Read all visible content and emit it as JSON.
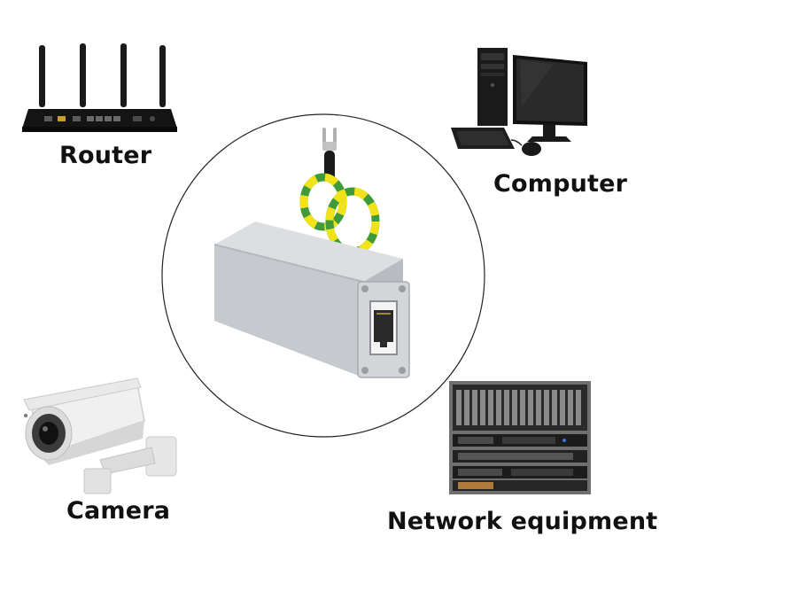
{
  "labels": {
    "router": "Router",
    "computer": "Computer",
    "camera": "Camera",
    "network": "Network equipment"
  },
  "icons": {
    "router": "router-icon",
    "computer": "desktop-computer-icon",
    "camera": "cctv-camera-icon",
    "network": "server-rack-icon",
    "center": "ethernet-surge-protector-icon"
  },
  "colors": {
    "text": "#111111",
    "ring": "#222222",
    "ground_wire_green": "#3f9a3a",
    "ground_wire_yellow": "#f2e21a",
    "housing": "#c9ccd0"
  }
}
